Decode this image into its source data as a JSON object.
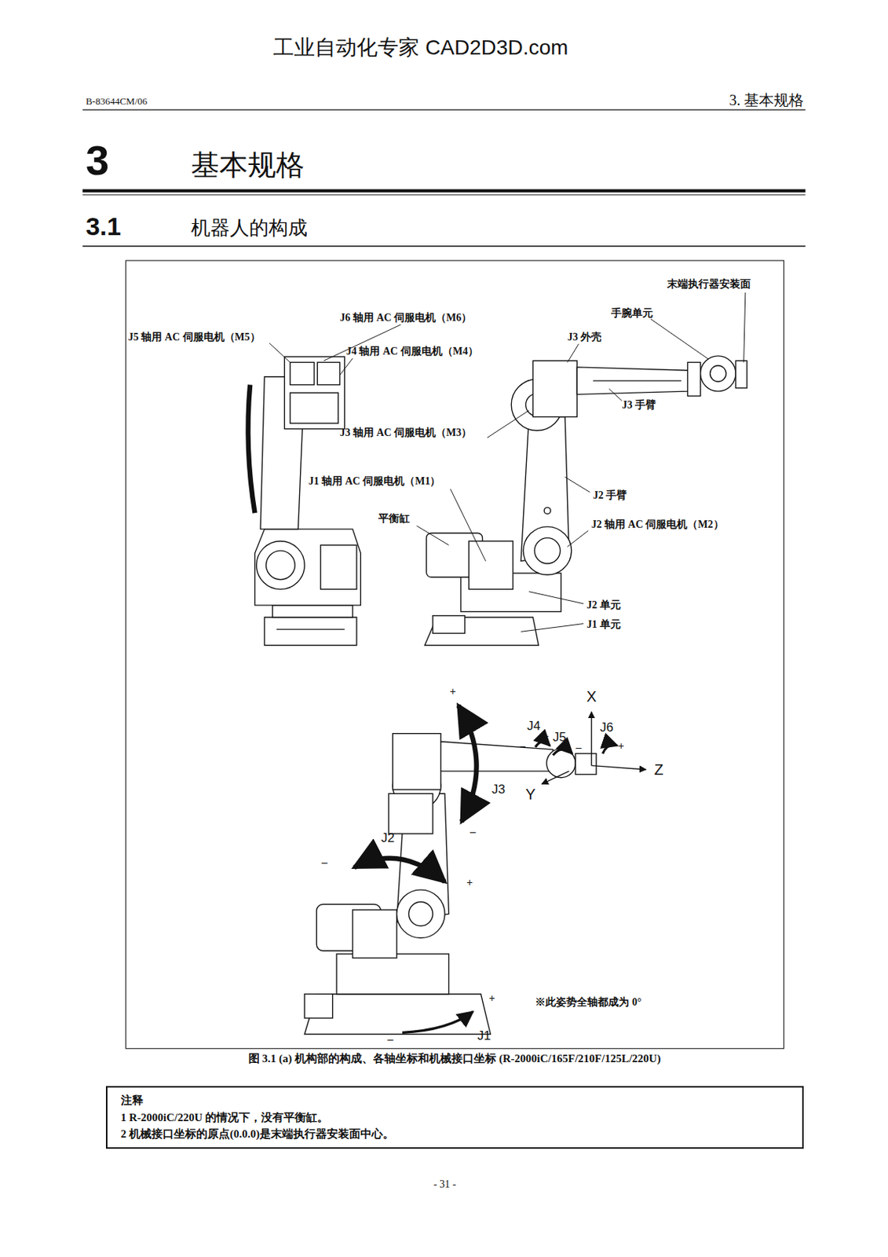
{
  "diagram": {
    "title": "基本规格",
    "caption": "图 3.1 (a) 机构部的构成、各轴坐标和机械接口坐标 (R-2000iC/165F/210F/125L/220U)",
    "nodes": [
      {
        "text": [
          "注释",
          "1 R-2000iC/220U 的情况下，没有平衡缸。",
          "2 机械接口坐标的原点(0.0.0)是末端执行器安装面中心。"
        ]
      }
    ],
    "labels": [
      "工业自动化专家 CAD2D3D.com",
      "B-83644CM/06",
      "3. 基本规格",
      "3",
      "3.1",
      "机器人的构成",
      "末端执行器安装面",
      "手腕单元",
      "J6 轴用 AC 伺服电机（M6）",
      "J5 轴用 AC 伺服电机（M5）",
      "J3 外壳",
      "J4 轴用 AC 伺服电机（M4）",
      "J3 手臂",
      "J3 轴用 AC 伺服电机（M3）",
      "J1 轴用 AC 伺服电机（M1）",
      "J2 手臂",
      "平衡缸",
      "J2 轴用 AC 伺服电机（M2）",
      "J2 单元",
      "J1 单元",
      "+",
      "X",
      "J6",
      "J4",
      "+",
      "J5",
      "–",
      "–",
      "+",
      "Z",
      "Y",
      "J3",
      "–",
      "J2",
      "–",
      "+",
      "+",
      "※此姿势全轴都成为 0°",
      "–",
      "J1",
      "- 31 -"
    ]
  }
}
